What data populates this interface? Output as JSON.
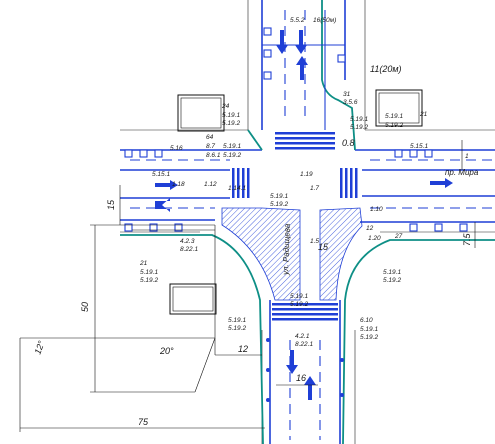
{
  "labels": {
    "street_right": "пр. Мира",
    "street_vertical": "ул. Радищева",
    "width_top": "11(20м)",
    "dist_top": "16(50м)",
    "ref_5_5_2": "5.5.2",
    "ref_24": "24",
    "ref_5_19_1a": "5.19.1",
    "ref_5_19_2a": "5.19.2",
    "ref_64": "64",
    "ref_8_7": "8.7",
    "ref_8_6_1": "8.6.1",
    "ref_5_16": "5.16",
    "ref_5_19_1b": "5.19.1",
    "ref_5_19_2b": "5.19.2",
    "ref_31": "31",
    "ref_3_5_6": "3.5.6",
    "ref_5_19_1c": "5.19.1",
    "ref_5_19_2c": "5.19.2",
    "ref_0_8": "0.8",
    "ref_5_19_1d": "5.19.1",
    "ref_5_19_2d": "5.19.2",
    "ref_21a": "21",
    "ref_5_15_1a": "5.15.1",
    "ref_5_15_1b": "5.15.1",
    "ref_1_18": "1.18",
    "ref_1_12a": "1.12",
    "ref_1_14_1": "1.14.1",
    "ref_5_19_1e": "5.19.1",
    "ref_5_19_2e": "5.19.2",
    "ref_1_19": "1.19",
    "ref_1_7": "1.7",
    "ref_1_10": "1.10",
    "ref_1_20": "1.20",
    "ref_27": "27",
    "ref_4_2_3a": "4.2.3",
    "ref_8_22_1a": "8.22.1",
    "ref_21b": "21",
    "ref_5_19_1f": "5.19.1",
    "ref_5_19_2f": "5.19.2",
    "ref_1_5": "1.5",
    "ref_5_19_1g": "5.19.1",
    "ref_5_19_2g": "5.19.2",
    "ref_5_19_1h": "5.19.1",
    "ref_5_19_2h": "5.19.2",
    "ref_6_10": "6.10",
    "ref_5_19_1i": "5.19.1",
    "ref_5_19_2i": "5.19.2",
    "ref_4_2_1": "4.2.1",
    "ref_8_22_1b": "8.22.1",
    "ref_5_19_1j": "5.19.1",
    "ref_5_19_2j": "5.19.2",
    "ref_1": "1",
    "ref_12_right": "12"
  },
  "dimensions": {
    "d_50": "50",
    "d_75": "75",
    "d_12": "12",
    "d_15": "15",
    "d_16": "16",
    "d_15_left": "15",
    "d_7_5": "7.5",
    "angle_20": "20°",
    "angle_12": "12°"
  },
  "colors": {
    "road_marking": "#1f3fd6",
    "curb_teal": "#0e8f86",
    "line_dark": "#222222"
  }
}
